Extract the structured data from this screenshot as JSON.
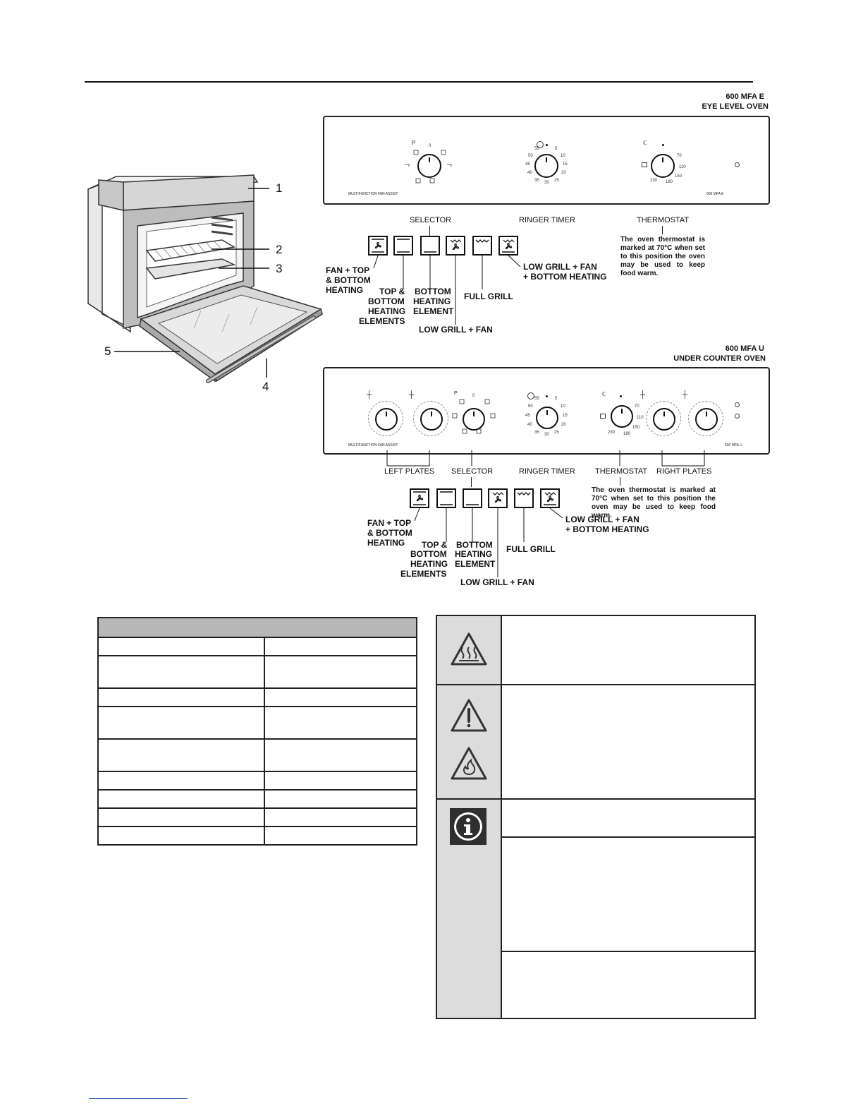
{
  "eye_level": {
    "model": "600 MFA E",
    "subtitle": "EYE LEVEL OVEN",
    "panel_left_text": "MULTIFUNCTION  FAN ASSIST",
    "panel_right_text": "600 MFA E",
    "selector_label": "SELECTOR",
    "timer_label": "RINGER TIMER",
    "thermostat_label": "THERMOSTAT",
    "thermostat_note": "The oven thermostat is marked at 70°C when set to this position the oven may be used to keep food warm.",
    "selector_symbol": "P",
    "selector_zero": "0",
    "timer_numbers": [
      "55",
      "5",
      "50",
      "10",
      "45",
      "15",
      "40",
      "20",
      "35",
      "30",
      "25"
    ],
    "thermo_symbol": "ℂ",
    "thermo_numbers": [
      "70",
      "110",
      "150",
      "180",
      "230"
    ]
  },
  "under_counter": {
    "model": "600 MFA U",
    "subtitle": "UNDER COUNTER OVEN",
    "panel_left_text": "MULTIFUNCTION  FAN ASSIST",
    "panel_right_text": "600 MFA U",
    "left_plates_label": "LEFT PLATES",
    "selector_label": "SELECTOR",
    "timer_label": "RINGER TIMER",
    "thermostat_label": "THERMOSTAT",
    "right_plates_label": "RIGHT PLATES",
    "thermostat_note": "The oven thermostat is marked at 70°C when set to this position the oven may be used to keep food warm.",
    "selector_symbol": "P",
    "selector_zero": "0",
    "timer_numbers": [
      "55",
      "5",
      "50",
      "10",
      "45",
      "15",
      "40",
      "20",
      "35",
      "30",
      "25"
    ],
    "thermo_symbol": "ℂ",
    "thermo_numbers": [
      "70",
      "110",
      "150",
      "180",
      "230"
    ]
  },
  "functions": {
    "fan_top_bottom": [
      "FAN + TOP",
      "& BOTTOM",
      "HEATING"
    ],
    "top_bottom": [
      "TOP &",
      "BOTTOM",
      "HEATING",
      "ELEMENTS"
    ],
    "bottom": [
      "BOTTOM",
      "HEATING",
      "ELEMENT"
    ],
    "low_grill_fan": "LOW GRILL + FAN",
    "full_grill": "FULL GRILL",
    "low_grill_fan_bottom": [
      "LOW GRILL + FAN",
      "+ BOTTOM HEATING"
    ]
  },
  "oven_callouts": [
    "1",
    "2",
    "3",
    "4",
    "5"
  ],
  "icons": [
    "hot-surface-icon",
    "warning-icon",
    "fire-hazard-icon",
    "info-icon"
  ]
}
